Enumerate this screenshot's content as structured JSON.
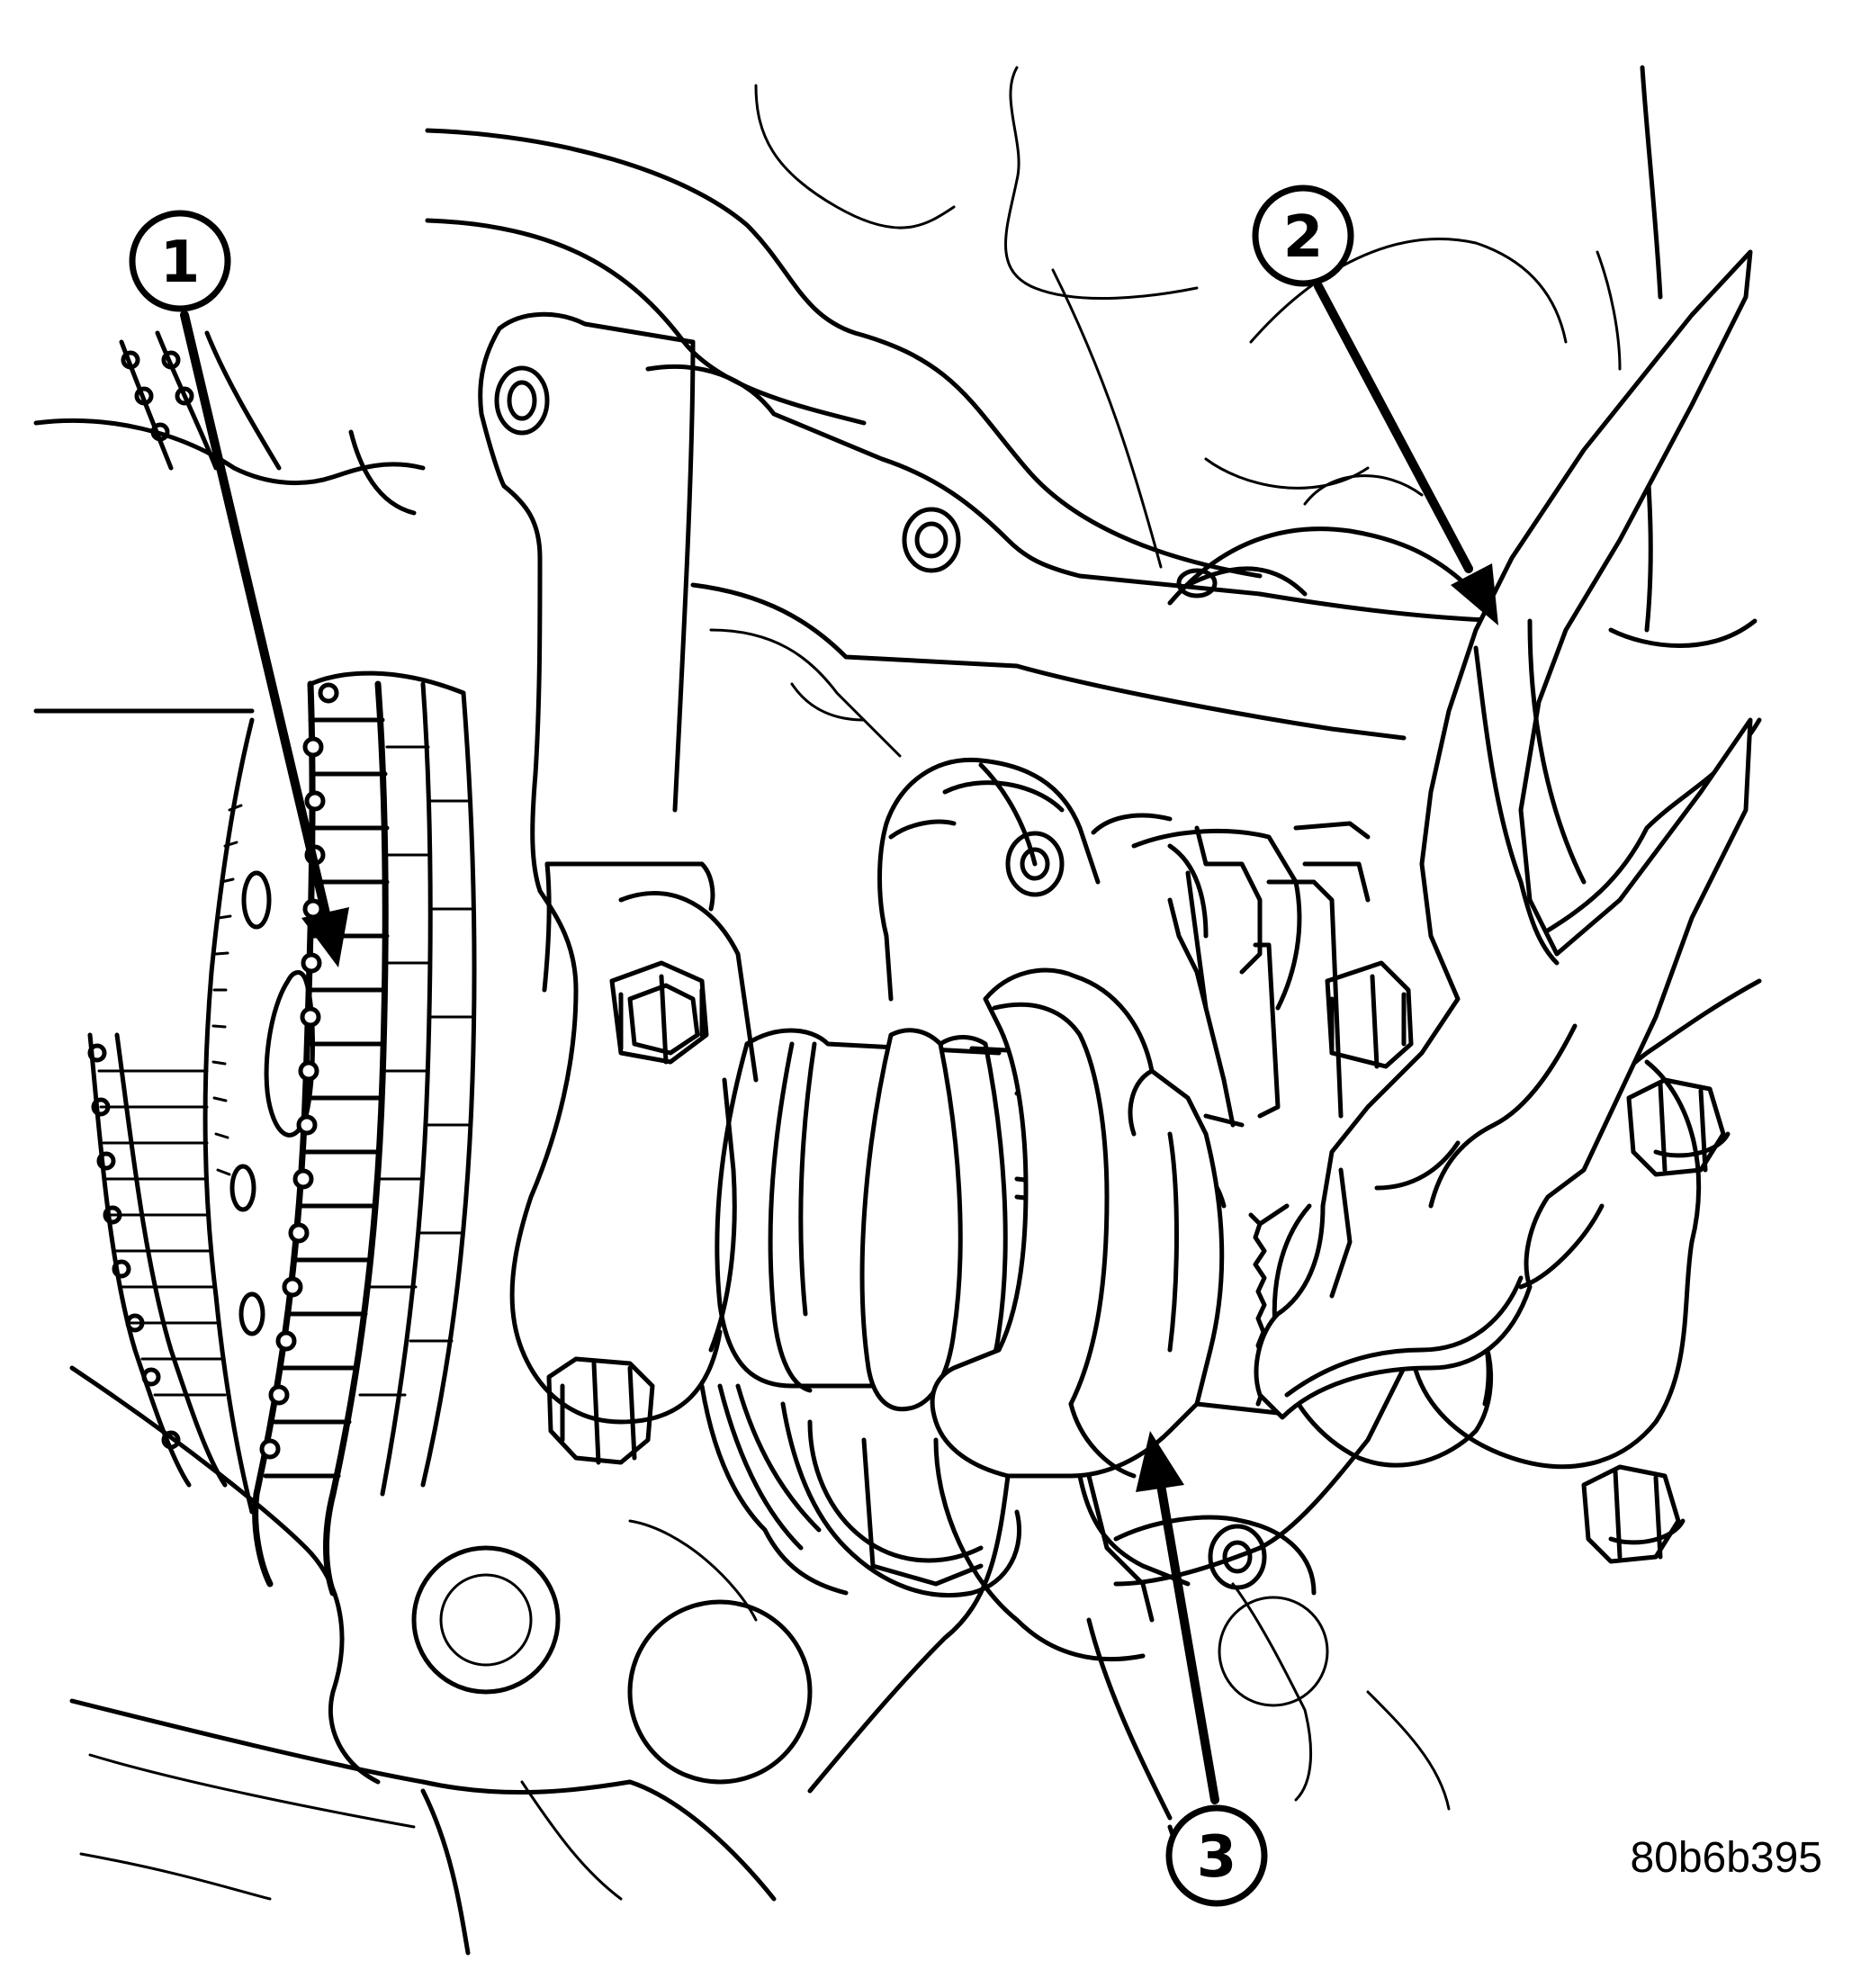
{
  "callouts": [
    {
      "number": "1"
    },
    {
      "number": "2"
    },
    {
      "number": "3"
    }
  ],
  "figure_code": "80b6b395"
}
